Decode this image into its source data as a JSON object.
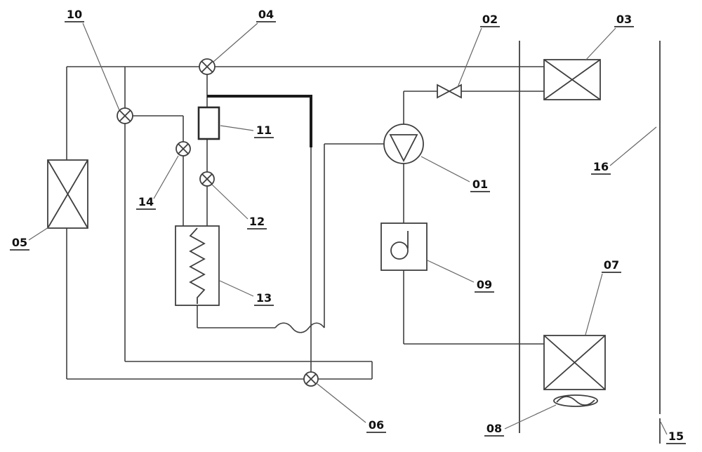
{
  "diagram": {
    "background_color": "#ffffff",
    "pipe_color": "#3f3f3f",
    "emphasis_pipe_color": "#1a1a1a",
    "label_color": "#111111",
    "labels": {
      "l01": "01",
      "l02": "02",
      "l03": "03",
      "l04": "04",
      "l05": "05",
      "l06": "06",
      "l07": "07",
      "l08": "08",
      "l09": "09",
      "l10": "10",
      "l11": "11",
      "l12": "12",
      "l13": "13",
      "l14": "14",
      "l15": "15",
      "l16": "16"
    },
    "symbols": {
      "01": "compressor-icon",
      "02": "throttle-valve-icon",
      "03": "heat-exchanger-icon",
      "04": "shutoff-valve-icon",
      "05": "heat-exchanger-icon",
      "06": "shutoff-valve-icon",
      "07": "heat-exchanger-icon",
      "08": "fan-icon",
      "09": "gas-liquid-separator-icon",
      "10": "shutoff-valve-icon",
      "11": "reservoir-icon",
      "12": "shutoff-valve-icon",
      "13": "heat-exchange-coil-icon",
      "14": "shutoff-valve-icon",
      "15": "duct-line",
      "16": "duct-line"
    }
  }
}
